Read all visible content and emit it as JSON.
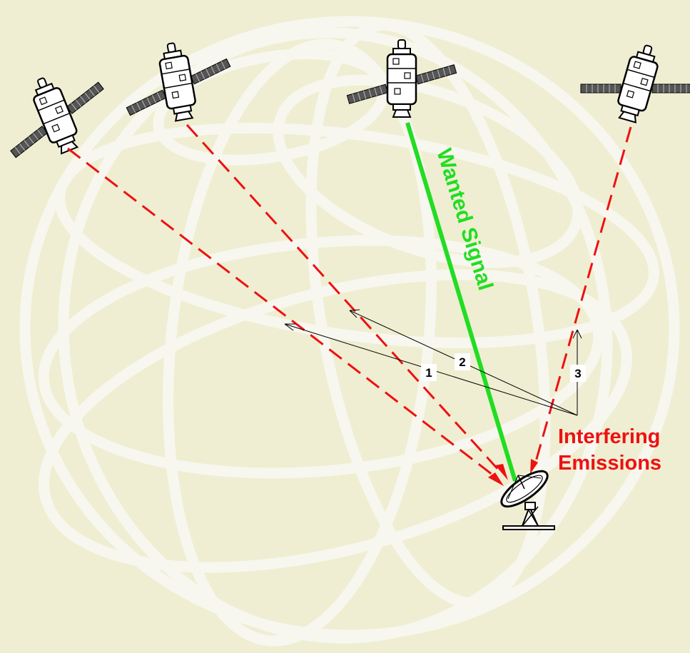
{
  "diagram": {
    "wanted_label": "Wanted Signal",
    "interfering_line1": "Interfering",
    "interfering_line2": "Emissions",
    "interference_paths": [
      {
        "number": "1"
      },
      {
        "number": "2"
      },
      {
        "number": "3"
      }
    ],
    "icons": {
      "satellite": "satellite-icon",
      "earth_station": "satellite-dish-icon",
      "background": "globe-wireframe"
    },
    "colors": {
      "background": "#efeed2",
      "globe": "#f6f6ee",
      "wanted": "#22dd22",
      "interfering": "#ee1111",
      "pointer": "#000000"
    }
  }
}
